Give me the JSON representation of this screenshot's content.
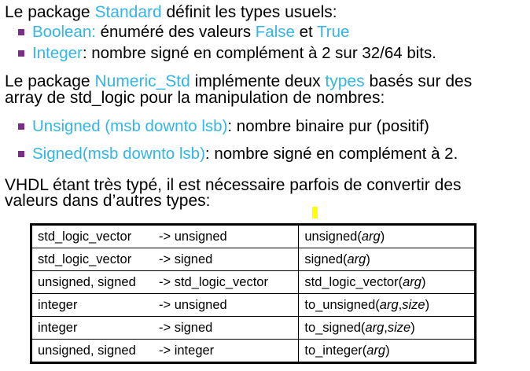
{
  "para1": {
    "prefix": "Le package ",
    "pkg": "Standard",
    "suffix": " définit les types usuels:"
  },
  "bullets1": [
    {
      "term": "Boolean:",
      "text_a": " énuméré des valeurs ",
      "v1": "False",
      "text_b": " et ",
      "v2": "True"
    },
    {
      "term": "Integer",
      "text": ": nombre signé en complément à 2 sur 32/64 bits."
    }
  ],
  "para2": {
    "prefix": "Le package ",
    "pkg": "Numeric_Std",
    "middle": " implémente deux ",
    "types_word": "types",
    "suffix": " basés sur des",
    "line2": "array de std_logic pour la manipulation de nombres:"
  },
  "bullets2": [
    {
      "term": "Unsigned (msb downto lsb)",
      "text": ": nombre binaire pur (positif)"
    },
    {
      "term": "Signed(msb downto lsb)",
      "text": ": nombre signé en complément à 2."
    }
  ],
  "para3": {
    "line1": "VHDL étant très typé, il est nécessaire parfois de convertir des",
    "line2": "valeurs dans d’autres types:"
  },
  "table": {
    "rows": [
      {
        "from": "std_logic_vector",
        "arrow": "-> unsigned",
        "fn": "unsigned(",
        "args": [
          "arg"
        ],
        "close": ")"
      },
      {
        "from": "std_logic_vector",
        "arrow": "-> signed",
        "fn": "signed(",
        "args": [
          "arg"
        ],
        "close": ")"
      },
      {
        "from": "unsigned, signed",
        "arrow": "-> std_logic_vector",
        "fn": "std_logic_vector(",
        "args": [
          "arg"
        ],
        "close": ")"
      },
      {
        "from": "integer",
        "arrow": "-> unsigned",
        "fn": "to_unsigned(",
        "args": [
          "arg",
          "size"
        ],
        "close": ")"
      },
      {
        "from": "integer",
        "arrow": "-> signed",
        "fn": "to_signed(",
        "args": [
          "arg",
          "size"
        ],
        "close": ")"
      },
      {
        "from": "unsigned, signed",
        "arrow": "-> integer",
        "fn": "to_integer(",
        "args": [
          "arg"
        ],
        "close": ")"
      }
    ]
  },
  "colors": {
    "highlight": "#33b5e5",
    "bullet": "#7a2e8a",
    "marker": "#ffff00"
  }
}
